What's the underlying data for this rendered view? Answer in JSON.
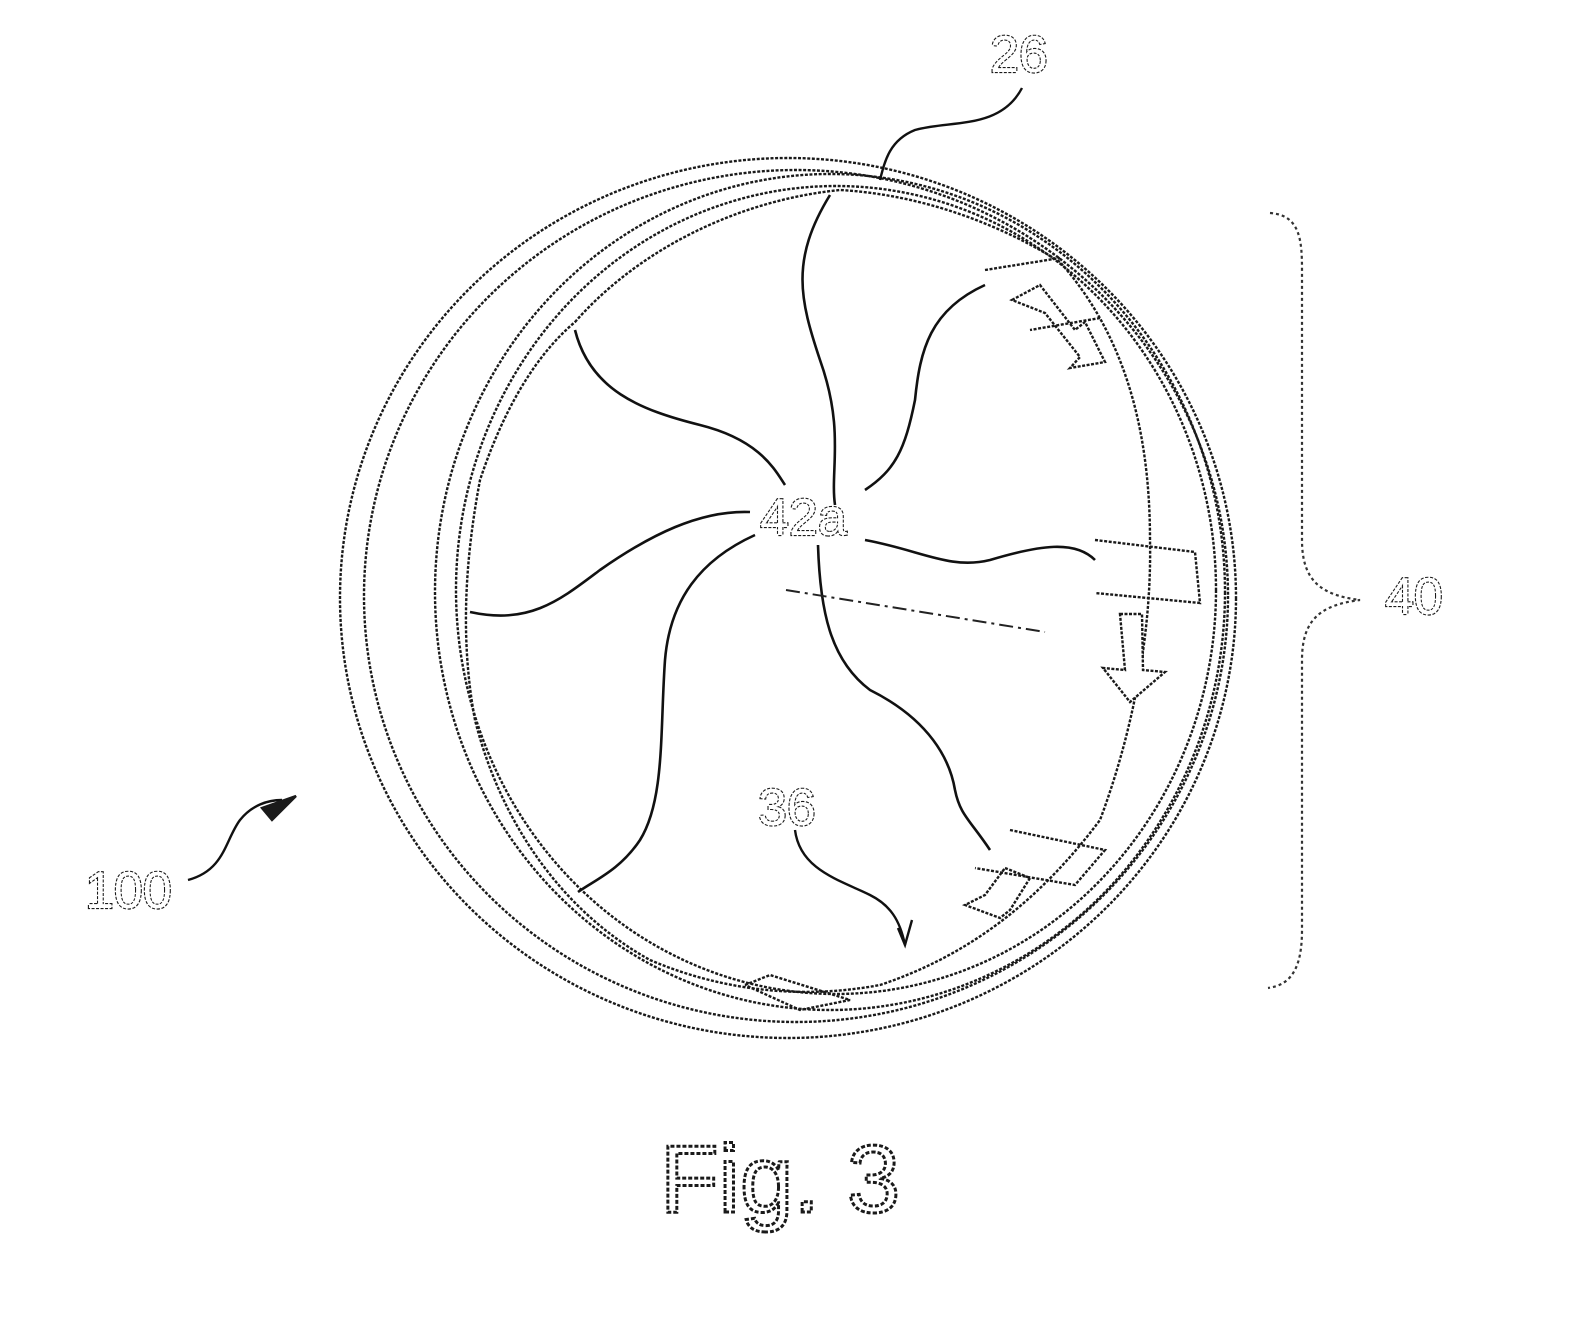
{
  "labels": {
    "ref_26": "26",
    "ref_40": "40",
    "ref_42a": "42a",
    "ref_36": "36",
    "ref_100": "100"
  },
  "caption": "Fig. 3",
  "colors": {
    "ink": "#1a1a1a",
    "background": "#ffffff"
  }
}
